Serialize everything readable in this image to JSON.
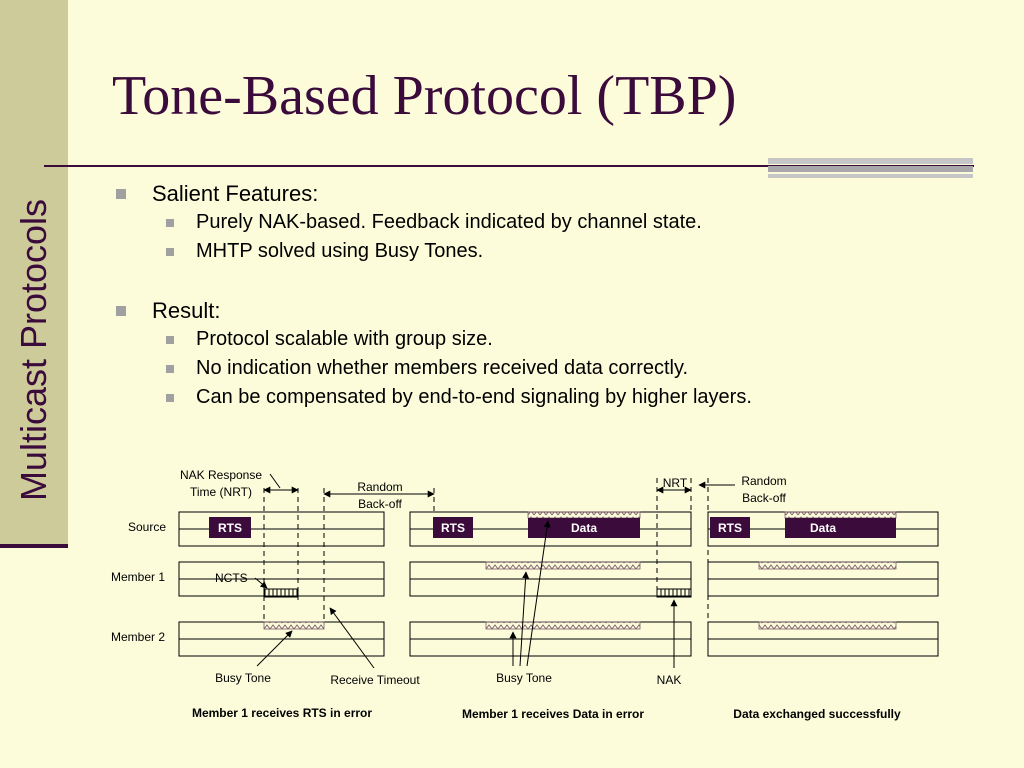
{
  "slide": {
    "title": "Tone-Based Protocol (TBP)",
    "side_title": "Multicast Protocols"
  },
  "bullets": [
    {
      "text": "Salient Features:",
      "sub": [
        "Purely NAK-based. Feedback indicated by channel state.",
        "MHTP solved using Busy Tones."
      ]
    },
    {
      "text": "Result:",
      "sub": [
        "Protocol scalable with group size.",
        "No indication whether members received data correctly.",
        "Can be compensated by end-to-end signaling by higher layers."
      ]
    }
  ],
  "diagram": {
    "rows": [
      "Source",
      "Member 1",
      "Member 2"
    ],
    "blocks": {
      "rts": "RTS",
      "data": "Data"
    },
    "labels": {
      "nak_response_1": "NAK Response",
      "nak_response_2": "Time (NRT)",
      "random_backoff_1": "Random",
      "random_backoff_2": "Back-off",
      "ncts": "NCTS",
      "busy_tone": "Busy Tone",
      "receive_timeout": "Receive Timeout",
      "nrt": "NRT",
      "nak": "NAK"
    },
    "captions": [
      "Member 1 receives RTS in error",
      "Member 1 receives Data in error",
      "Data exchanged successfully"
    ],
    "colors": {
      "block": "#3B0B3B",
      "tone": "#C0C0C0"
    }
  }
}
